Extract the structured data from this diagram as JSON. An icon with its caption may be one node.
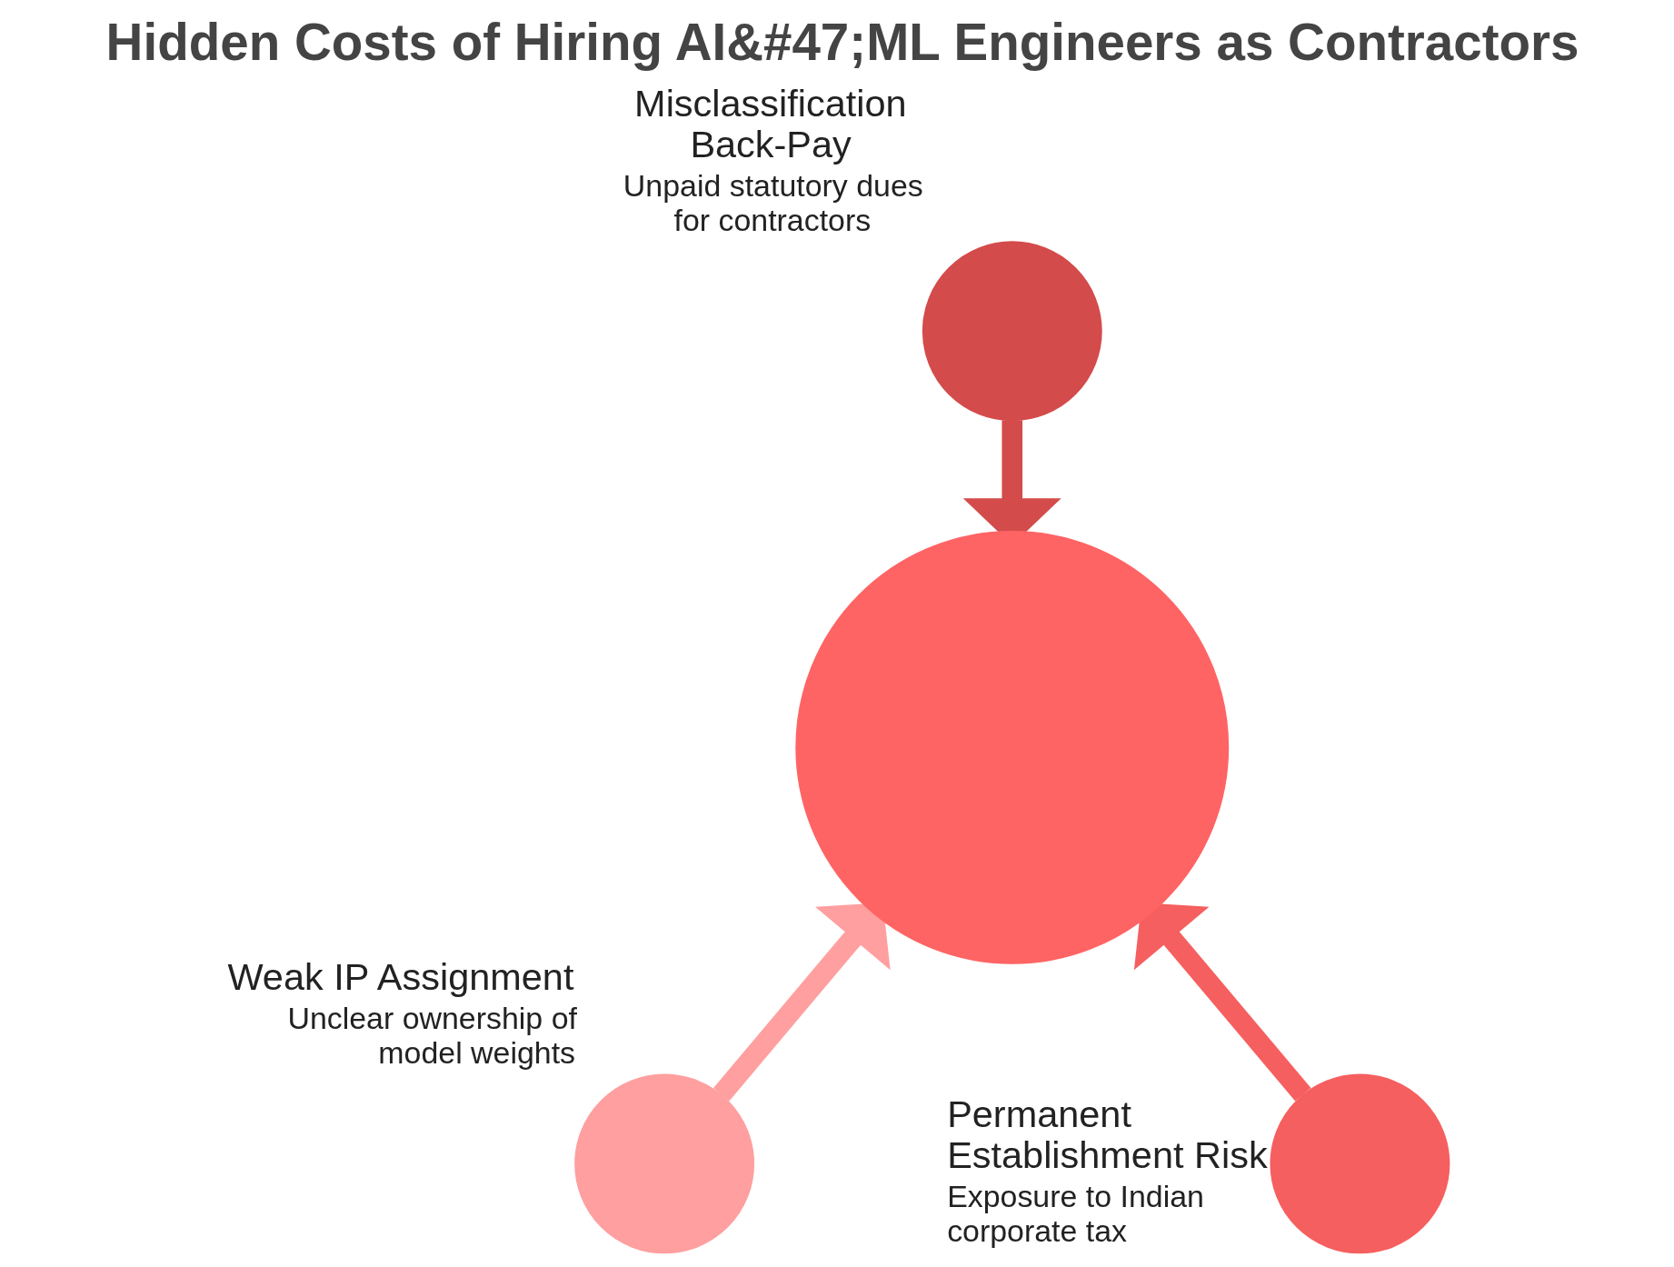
{
  "diagram": {
    "title": "Hidden Costs of Hiring AI&#47;ML Engineers as Contractors",
    "nodes": [
      {
        "text": [],
        "shape": "circle",
        "beside": [
          "Misclassification Back-Pay",
          "Unpaid statutory dues for contractors"
        ]
      },
      {
        "text": [],
        "shape": "circle"
      },
      {
        "text": [],
        "shape": "circle",
        "beside": [
          "Weak IP Assignment",
          "Unclear ownership of model weights"
        ]
      },
      {
        "text": [],
        "shape": "circle",
        "beside": [
          "Permanent Establishment Risk",
          "Exposure to Indian corporate tax"
        ]
      }
    ],
    "edges": [
      {
        "from": 0,
        "to": 1,
        "arrow": "to",
        "color": "#d44b4b"
      },
      {
        "from": 2,
        "to": 1,
        "arrow": "to",
        "color": "#ff9f9f"
      },
      {
        "from": 3,
        "to": 1,
        "arrow": "to",
        "color": "#f65f5f"
      }
    ]
  }
}
